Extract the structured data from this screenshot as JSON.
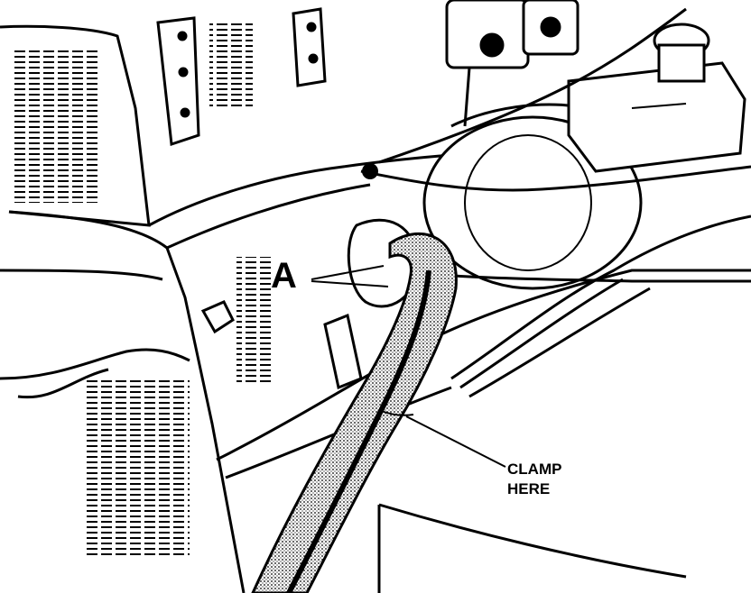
{
  "callouts": {
    "a": "A",
    "clamp_line1": "CLAMP",
    "clamp_line2": "HERE"
  },
  "colors": {
    "ink": "#000000",
    "paper": "#ffffff"
  }
}
